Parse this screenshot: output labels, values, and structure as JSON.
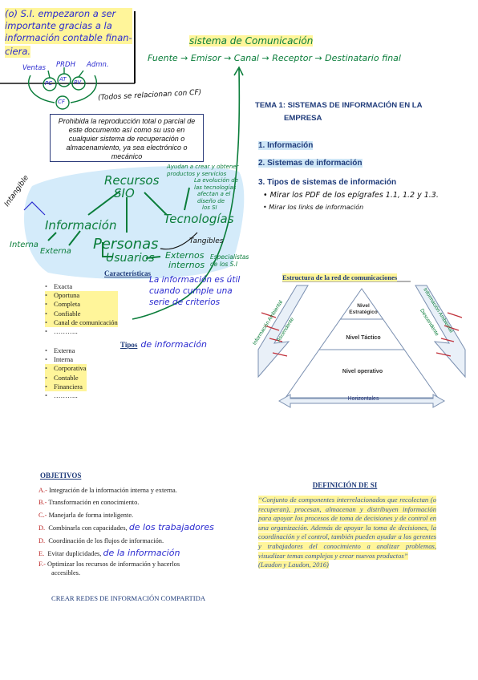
{
  "top_left_note": [
    "(o) S.I. empezaron a ser",
    "importante gracias a la",
    "información contable finan-",
    "ciera."
  ],
  "mini_diagram": {
    "labels": [
      "Ventas",
      "PRDH",
      "Admn."
    ],
    "nodes": [
      "PC",
      "AT",
      "PV",
      "CF"
    ]
  },
  "com_system": {
    "title": "sistema de Comunicación",
    "flow": "Fuente → Emisor → Canal → Receptor → Destinatario final"
  },
  "related_note": "(Todos se relacionan con CF)",
  "copyright_box": "Prohibida la reproducción total o parcial de este documento así como su uso en cualquier sistema de recuperación o almacenamiento, ya sea electrónico o mecánico",
  "mind_map": {
    "center": [
      "Recursos",
      "SIO"
    ],
    "informacion": "Información",
    "personas": "Personas",
    "tecnologias": "Tecnologías",
    "intangible": "Intangible",
    "tangibles": "Tangibles",
    "interna": "Interna",
    "externa": "Externa",
    "usuarios": "Usuarios",
    "ext_int": [
      "Externos",
      "internos"
    ],
    "ayudan": [
      "Ayudan a crear y obtener",
      "productos y servicios",
      "La evolución de",
      "las tecnologías",
      "afectan a el",
      "diseño de",
      "los SI"
    ],
    "especialistas": [
      "Especialistas",
      "de los S.I"
    ]
  },
  "caracteristicas": {
    "title": "Características",
    "items": [
      "Exacta",
      "Oportuna",
      "Completa",
      "Confiable",
      "Canal de comunicación",
      "……….."
    ]
  },
  "util_note": [
    "La información es útil",
    "cuando cumple una",
    "serie de criterios"
  ],
  "tipos": {
    "title_print": "Tipos",
    "title_hand": "de información",
    "items": [
      "Externa",
      "Interna",
      "Corporativa",
      "Contable",
      "Financiera",
      "……….."
    ]
  },
  "tema": {
    "title_line1": "TEMA 1: SISTEMAS DE INFORMACIÓN EN LA",
    "title_line2": "EMPRESA",
    "items": [
      "1.  Información",
      "2.  Sistemas de información",
      "3.  Tipos de sistemas de información"
    ],
    "notes": [
      "Mirar los PDF de los epígrafes 1.1, 1.2 y 1.3.",
      "Mirar los links de información"
    ]
  },
  "pyramid": {
    "title": "Estructura de la red de comunicaciones",
    "levels": [
      "Nivel Estratégico",
      "Nivel Táctico",
      "Nivel operativo"
    ],
    "bottom": "Horizontales",
    "left_outer": "Información Ambiental",
    "left_inner": "Ascendente",
    "right_inner": "Descendente",
    "right_outer": "Información Ambiental"
  },
  "objetivos": {
    "title": "OBJETIVOS",
    "items": [
      {
        "n": "A.-",
        "text": "Integración de la información interna y externa.",
        "hand": ""
      },
      {
        "n": "B.-",
        "text": "Transformación en conocimiento.",
        "hand": ""
      },
      {
        "n": "C.-",
        "text": "Manejarla de forma inteligente.",
        "hand": ""
      },
      {
        "n": "D.",
        "text": "Combinarla con capacidades,",
        "hand": "de los trabajadores"
      },
      {
        "n": "D.",
        "text": "Coordinación de los flujos de información.",
        "hand": ""
      },
      {
        "n": "E.",
        "text": "Evitar duplicidades,",
        "hand": "de la información"
      },
      {
        "n": "F.-",
        "text": "Optimizar los recursos de información y hacerlos",
        "hand": ""
      },
      {
        "n": "",
        "text": "accesibles.",
        "hand": ""
      }
    ],
    "footer": "CREAR REDES DE INFORMACIÓN COMPARTIDA"
  },
  "definicion": {
    "title": "DEFINICIÓN DE SI",
    "text": "“Conjunto de componentes interrelacionados que recolectan (o recuperan), procesan, almacenan y distribuyen información para apoyar los procesos de toma de decisiones y de control en una organización. Además de apoyar la toma de decisiones, la coordinación y el control, también pueden ayudar a los gerentes y trabajadores del conocimiento a analizar problemas, visualizar temas complejos y crear nuevos productos”",
    "citation": "(Laudon y Laudon, 2016)"
  },
  "colors": {
    "ink_blue": "#2b2bd0",
    "ink_green": "#0a7d3a",
    "highlight_yellow": "#fff59a",
    "highlight_blue": "#cfe7f7"
  }
}
